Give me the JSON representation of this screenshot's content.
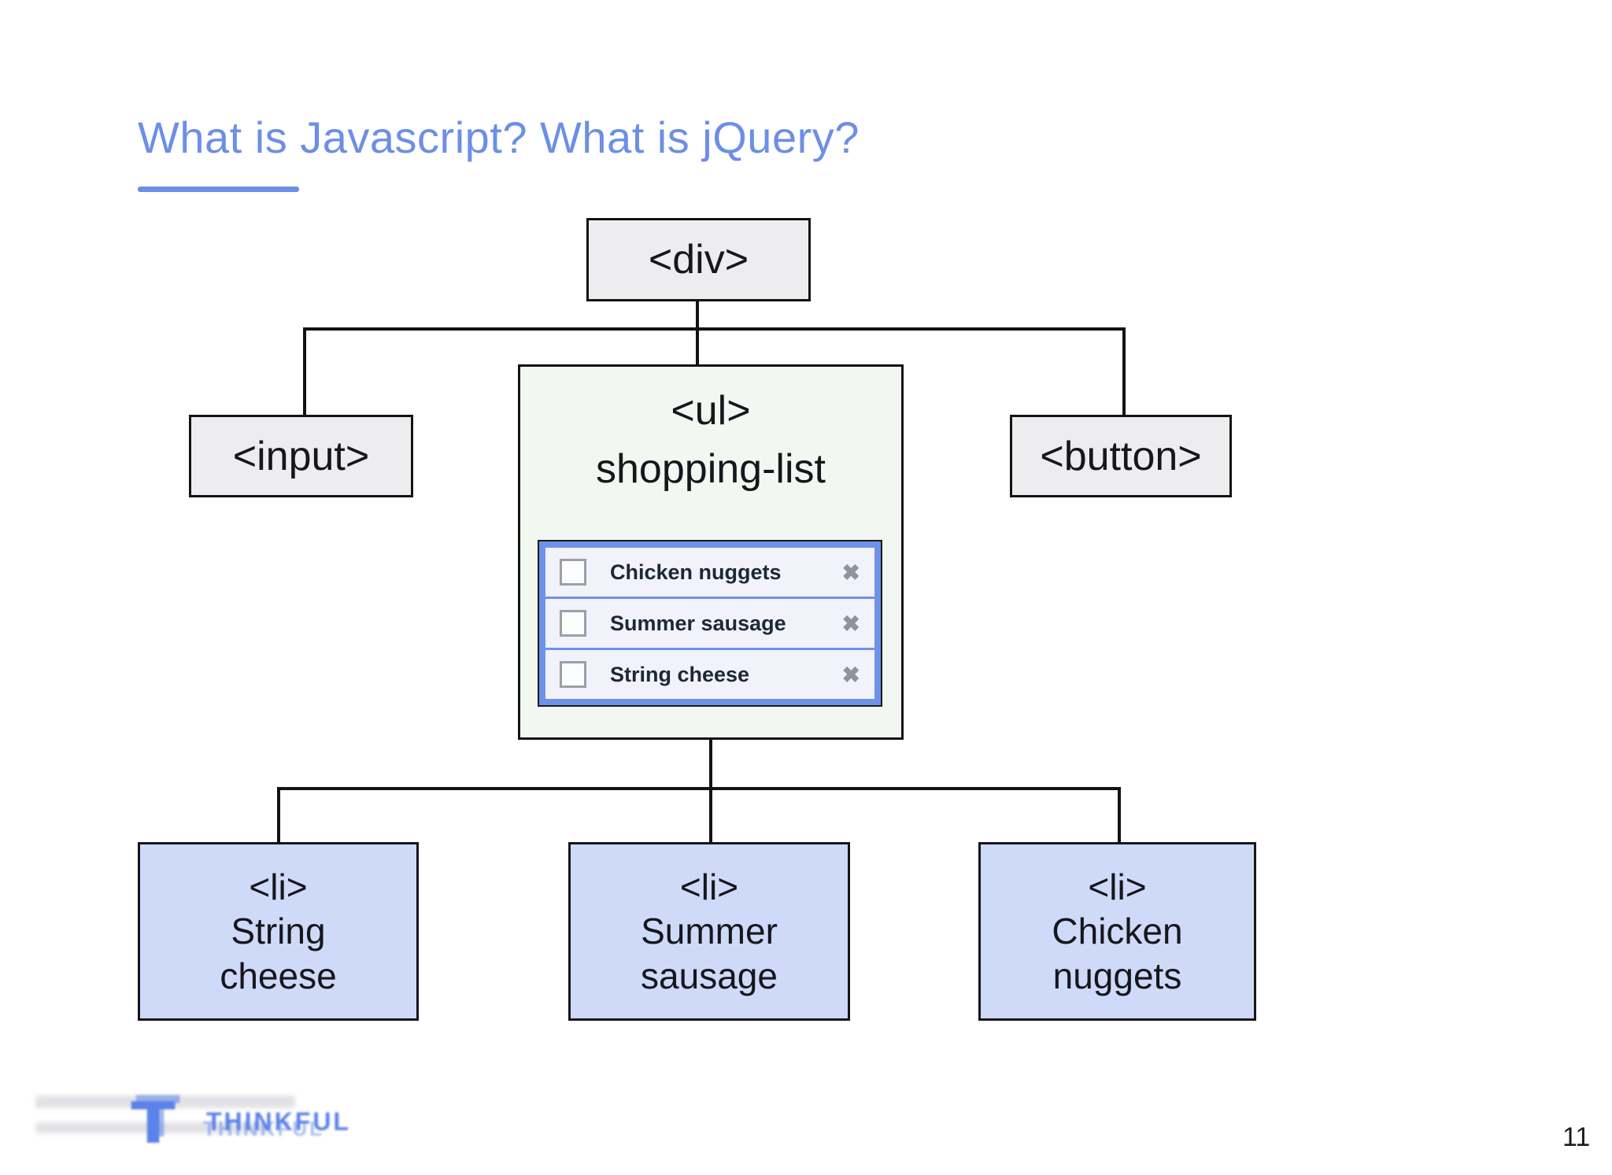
{
  "slide": {
    "title": "What is Javascript? What is jQuery?",
    "page_number": "11"
  },
  "colors": {
    "accent_blue": "#6c8fe6",
    "node_gray": "#edecee",
    "node_green": "#f2f8f1",
    "node_blue": "#cedaf8",
    "widget_border_blue": "#6f92e9",
    "logo_blue": "#5b82e8",
    "connector_black": "#131313"
  },
  "tree": {
    "root": {
      "label": "<div>"
    },
    "input_node": {
      "label": "<input>"
    },
    "button_node": {
      "label": "<button>"
    },
    "ul_node": {
      "tag": "<ul>",
      "name": "shopping-list"
    },
    "leaves": [
      {
        "tag": "<li>",
        "line1": "String",
        "line2": "cheese"
      },
      {
        "tag": "<li>",
        "line1": "Summer",
        "line2": "sausage"
      },
      {
        "tag": "<li>",
        "line1": "Chicken",
        "line2": "nuggets"
      }
    ]
  },
  "shopping_widget": {
    "items": [
      {
        "label": "Chicken nuggets"
      },
      {
        "label": "Summer sausage"
      },
      {
        "label": "String cheese"
      }
    ]
  },
  "icons": {
    "delete_x": "✖"
  },
  "footer": {
    "logo_text": "THINKFUL",
    "logo_mark": "T"
  }
}
